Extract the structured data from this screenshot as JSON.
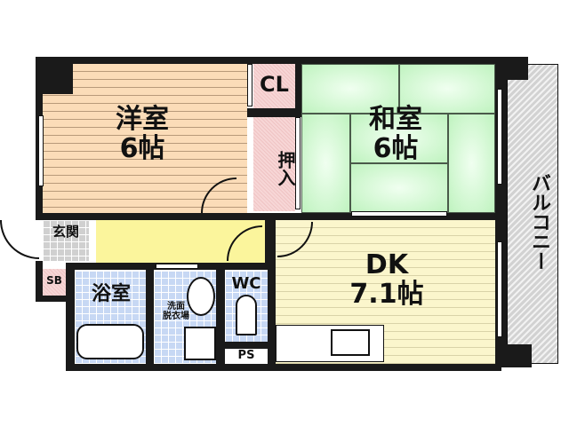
{
  "floor_plan": {
    "rooms": {
      "western_room": {
        "name": "洋室",
        "size": "6帖"
      },
      "japanese_room": {
        "name": "和室",
        "size": "6帖"
      },
      "dining_kitchen": {
        "name": "DK",
        "size": "7.1帖"
      },
      "closet": {
        "name": "CL"
      },
      "oshiire": {
        "name": "押入"
      },
      "entrance": {
        "name": "玄関"
      },
      "shoe_box": {
        "name": "SB"
      },
      "bathroom": {
        "name": "浴室"
      },
      "washroom": {
        "name_line1": "洗面",
        "name_line2": "脱衣場"
      },
      "toilet": {
        "name": "WC"
      },
      "pipe_space": {
        "name": "PS"
      },
      "balcony": {
        "name": "バルコニー"
      }
    },
    "colors": {
      "wall": "#1a1a1a",
      "western_floor": "#fbdcb8",
      "tatami": "#bff3bf",
      "dk_floor": "#fbf6cc",
      "hallway": "#fbf59c",
      "wet_area_tile": "#c7d8f4",
      "storage_pink": "#f7d6d6",
      "balcony": "#d2d2d2"
    }
  }
}
